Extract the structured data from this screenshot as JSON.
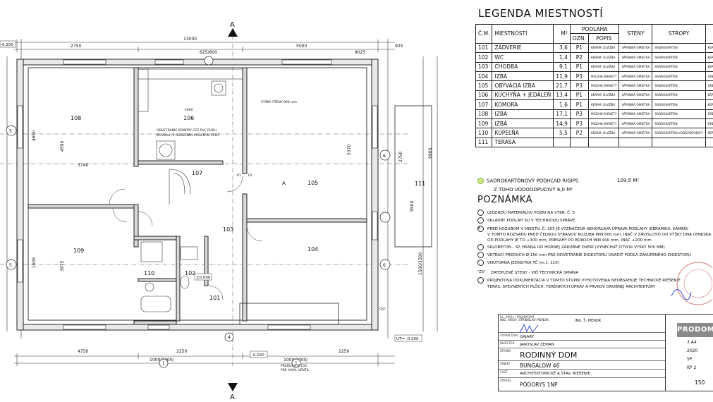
{
  "legend": {
    "title": "LEGENDA MIESTNOSTÍ",
    "headers": {
      "num": "Č.M.",
      "room": "MIESTNOSTI",
      "area": "M²",
      "floor": "PODLAHA",
      "ozn": "OZN.",
      "popis": "POPIS",
      "steny": "STENY",
      "stropy": "STROPY"
    },
    "rows": [
      {
        "num": "101",
        "room": "ZÁDVERIE",
        "area": "3,6",
        "ozn": "P1",
        "popis": "KERAM. DLAŽBA",
        "steny": "VÁPENNÁ OMIETKA",
        "stropy": "SADROKARTÓN",
        "extra": "KER. S"
      },
      {
        "num": "102",
        "room": "WC",
        "area": "1,4",
        "ozn": "P2",
        "popis": "KERAM. DLAŽBA",
        "steny": "VÁPENNÁ OMIETKA",
        "stropy": "SADROKARTÓN",
        "extra": "KER. OD"
      },
      {
        "num": "103",
        "room": "CHODBA",
        "area": "9,1",
        "ozn": "P1",
        "popis": "KERAM. DLAŽBA",
        "steny": "VÁPENNÁ OMIETKA",
        "stropy": "SADROKARTÓN",
        "extra": "KER. S"
      },
      {
        "num": "104",
        "room": "IZBA",
        "area": "11,9",
        "ozn": "P3",
        "popis": "MOZAIK.PARKETY",
        "steny": "VÁPENNÁ OMIETKA",
        "stropy": "SADROKARTÓN",
        "extra": "DREV"
      },
      {
        "num": "105",
        "room": "OBÝVACIA IZBA",
        "area": "21,7",
        "ozn": "P3",
        "popis": "MOZAIK.PARKETY",
        "steny": "VÁPENNÁ OMIETKA",
        "stropy": "SADROKARTÓN",
        "extra": "DREV"
      },
      {
        "num": "106",
        "room": "KUCHYŇA + JEDÁLEŇ",
        "area": "13,4",
        "ozn": "P1",
        "popis": "KERAM. DLAŽBA",
        "steny": "VÁPENNÁ OMIETKA",
        "stropy": "SADROKARTÓN",
        "extra": "KER. S"
      },
      {
        "num": "107",
        "room": "KOMORA",
        "area": "1,6",
        "ozn": "P1",
        "popis": "KERAM. DLAŽBA",
        "steny": "VÁPENNÁ OMIETKA",
        "stropy": "SADROKARTÓN",
        "extra": "KER. S"
      },
      {
        "num": "108",
        "room": "IZBA",
        "area": "17,1",
        "ozn": "P3",
        "popis": "MOZAIK.PARKETY",
        "steny": "VÁPENNÁ OMIETKA",
        "stropy": "SADROKARTÓN",
        "extra": "DREV"
      },
      {
        "num": "109",
        "room": "IZBA",
        "area": "14,9",
        "ozn": "P3",
        "popis": "MOZAIK.PARKETY",
        "steny": "VÁPENNÁ OMIETKA",
        "stropy": "SADROKARTÓN",
        "extra": "DREV"
      },
      {
        "num": "110",
        "room": "KÚPEĽŇA",
        "area": "5,5",
        "ozn": "P2",
        "popis": "KERAM. DLAŽBA",
        "steny": "VÁPENNÁ OMIETKA",
        "stropy": "SADROKARTÓN VODOODPUDIVÝ",
        "extra": "KER. OD"
      },
      {
        "num": "111",
        "room": "TERASA",
        "area": "",
        "ozn": "",
        "popis": "",
        "steny": "",
        "stropy": "",
        "extra": ""
      }
    ]
  },
  "summary": {
    "line1_label": "SADROKARTÓNOVÝ PODHĽAD RIGIPS",
    "line1_value": "109,5 M²",
    "line2": "Z TOHO VODOODPUDIVÝ 6,0 M²"
  },
  "notes": {
    "title": "POZNÁMKA",
    "items": [
      {
        "marker": "",
        "text": "LEGENDU MATERIÁLOV POZRI NA VÝKR. Č. 5"
      },
      {
        "marker": "",
        "text": "SKLADBY PODLÁH SÚ V TECHNICKEJ SPRÁVE"
      },
      {
        "marker": "A",
        "text": "PRED KOZUBOM V MIESTN. Č. 105 JE VYZNAČENÁ NEHORĽAVÁ ÚPRAVA PODLAHY /KERAMIKA, KAMEŇ/"
      },
      {
        "marker": "",
        "text": "V TOMTO ROZSAHU PRED ČELNOU STRANOU KOZUBA MIN 800 mm, INAČ V ZÁVISLOSTI OD VÝŠKY DNA OHNISKA"
      },
      {
        "marker": "",
        "text": "OD PODLAHY JE TO +300 mm, PRESAHY PO BOKOCH MIN 400 mm, INAČ +200 mm"
      },
      {
        "marker": "",
        "text": "SKLOBETÓN - SP. HRANA OD HORNEJ ZÁRUBNE DVERÍ (VYNECHAŤ OTVOR VÝŠKY 500 MM)"
      },
      {
        "marker": "",
        "text": "VETRACÍ PREDUCH Ø 150 mm PRE ODVETRANIE DIGESTORU OSADIŤ PODĽA ZÁKUPENÉHO DIGESTORU"
      },
      {
        "marker": "",
        "text": "VNÚTORNÁ JEDNOTKA TČ (m.č. 110)"
      },
      {
        "marker": "\"ZS\"",
        "text": "ZATEPLENÉ STENY - VIĎ TECHNICKÁ SPRÁVA"
      },
      {
        "marker": "",
        "text": "PROJEKTOVÁ DOKUMENTÁCIA V TOMTO STUPNI VYHOTOVENIA NEOBSAHUJE TECHNICKÉ RIEŠENIE"
      },
      {
        "marker": "",
        "text": "TERÁS, SPEVNENÝCH PLÔCH, TERÉNNYCH ÚPRAV A PRVKOV DROBNEJ ARCHITEKTÚRY"
      }
    ]
  },
  "title_block": {
    "row1_label": "HL. ARCH. / PROJEKTANT",
    "row1_value": "ING. ARCH. STANISLAV PIENOK",
    "row1_value2": "ING. Š. PIENOK",
    "row2_label": "VYPRACOVAL",
    "row2_value": "GAJARY",
    "row3_label": "INVESTOR",
    "row3_value": "JAROSLAV ZEMAN",
    "row4_label": "STAVBA",
    "row4_value": "RODINNÝ DOM",
    "row5_label": "OBJEKT",
    "row5_value": "BUNGALOW 46",
    "row6_label": "ČASŤ",
    "row6_value": "ARCHITEKTONICKÉ A STAV. RIEŠENIE",
    "row7_label": "VÝKRES",
    "row7_value": "PÔDORYS 1NP",
    "right1": "3 A4",
    "right2": "2020",
    "right3": "SP",
    "right4": "KP 2",
    "brand": "PRODOMO",
    "scale": "150"
  },
  "plan": {
    "dims_top": [
      "13000",
      "625/800",
      "2750",
      "5000",
      "9025",
      "925"
    ],
    "dims_bottom": [
      "4750",
      "2250",
      "2250",
      "1000/1000/",
      "1000/1000/"
    ],
    "dims_left": [
      "4650",
      "4590",
      "3740",
      "1605",
      "3975"
    ],
    "dims_right": [
      "5370",
      "9500",
      "1500/1500",
      "9900",
      "2750"
    ],
    "rooms": [
      "108",
      "106",
      "107",
      "105",
      "109",
      "103",
      "104",
      "110",
      "101",
      "102",
      "111"
    ],
    "axis_top": "A",
    "axis_bottom": "A",
    "axis_left": [
      "5",
      "5"
    ],
    "axis_right": [
      "6",
      "6"
    ],
    "grid_bottom": [
      "1",
      "4",
      "1"
    ],
    "level_left": "±0.000",
    "level_top": "-0.200",
    "level_bottom": "-0.020",
    "level_ut": "UT= -0.200",
    "notes_plan": {
      "chimney": "ODVETRANIE KOMORY CEZ PVC RÚRU",
      "chimney2": "Ø150mm S OSADENÍM AXIÁLNYM VENT.",
      "kitchen": "4000",
      "wall_height": "VÝŠKA STENY 800 mm",
      "preduch": "PREDUCH Ø 150",
      "preduch2": "PRE AXIAL VENTIL",
      "zs": "\"ZS\"",
      "section": "A",
      "p1": "P1",
      "p2": "P2"
    }
  }
}
